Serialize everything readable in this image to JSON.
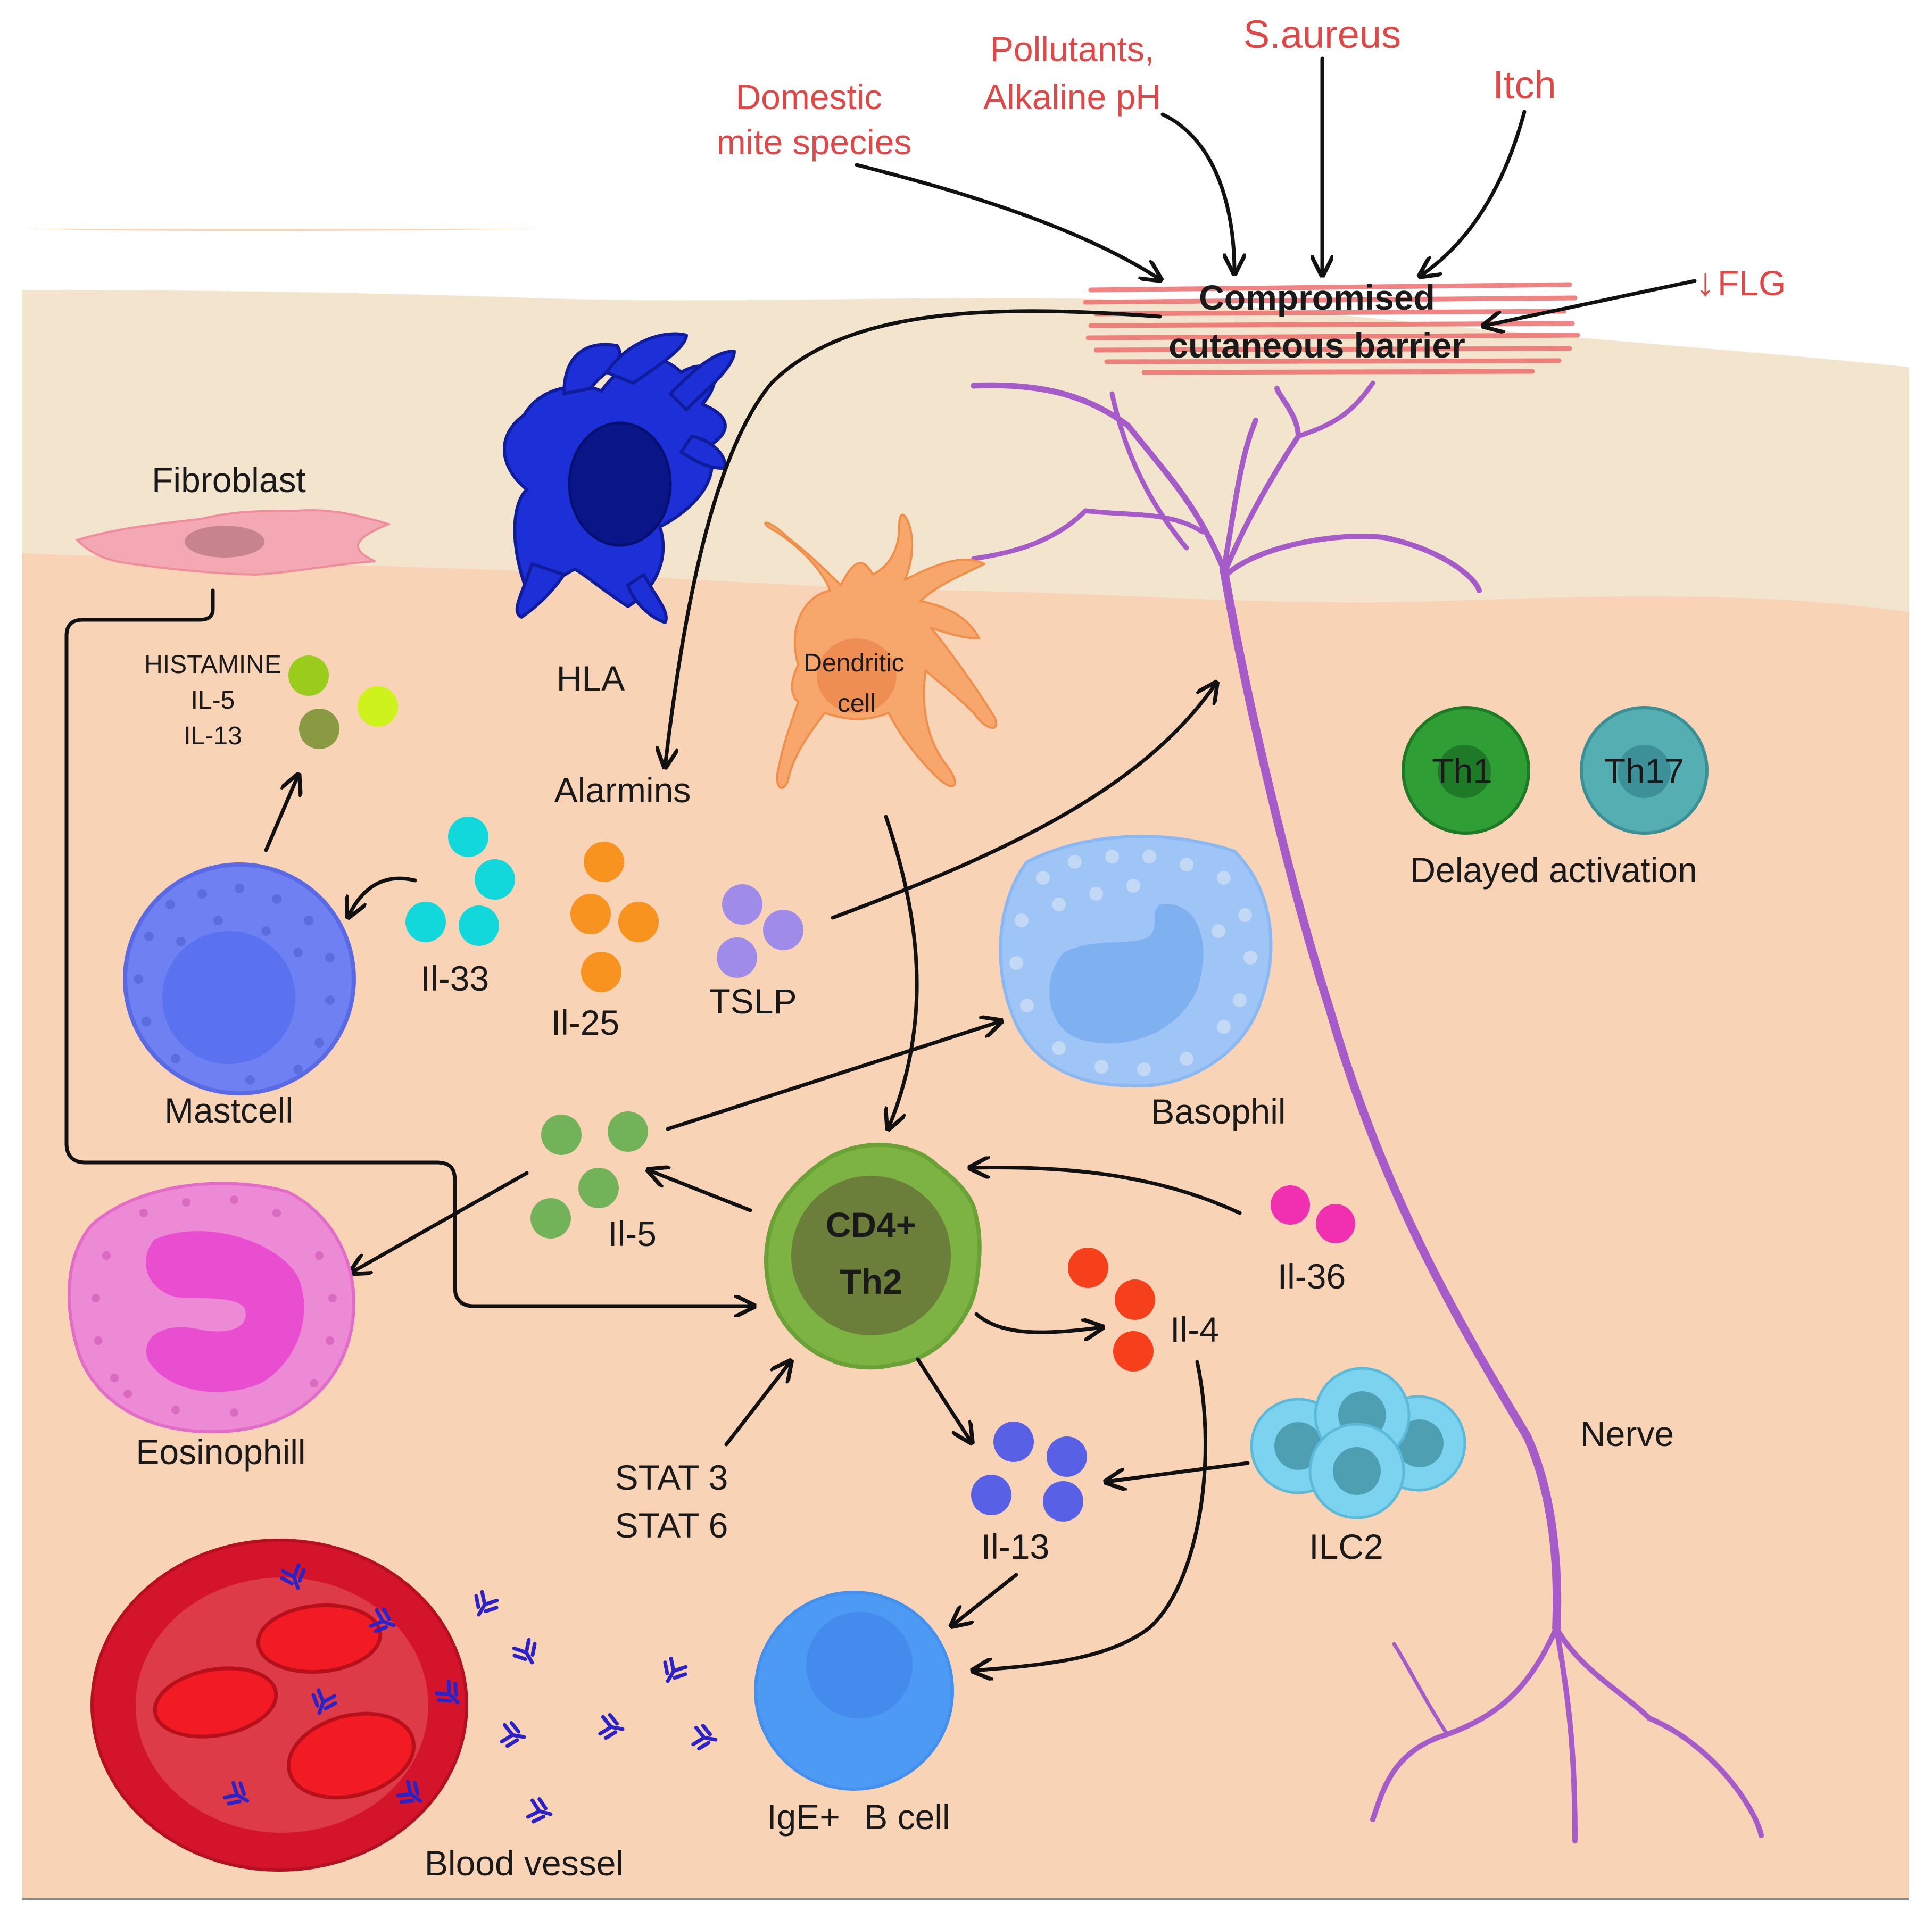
{
  "colors": {
    "skin_dermis": "#f9d3b6",
    "skin_epidermis": "#f3e5cd",
    "skin_surface": "#ffffff",
    "barrier": "#ee6f6f",
    "trigger_text": "#e04848",
    "nerve": "#a55cc8",
    "hla_cell": "#1d2fd6",
    "dendritic_cell": "#f7a66c",
    "mast_cell": "#6e80f2",
    "basophil": "#8ab8f2",
    "eosinophil": "#e870cf",
    "th2_outer": "#7cb342",
    "th2_inner": "#6b7f3a",
    "b_cell": "#4d9af5",
    "ilc2": "#7cd3ef",
    "blood_vessel": "#d3142a",
    "antibody": "#2b22c7",
    "il33": "#12d8dc",
    "il25": "#f7931e",
    "tslp": "#9f8ce8",
    "il5": "#72b35a",
    "il36": "#f02fb1",
    "il4": "#f5401b",
    "il13": "#5860e6",
    "th1": "#2e9e35",
    "th17": "#55aeb1"
  },
  "triggers": {
    "domestic_mite_line1": "Domestic",
    "domestic_mite_line2": "mite species",
    "pollutants_line1": "Pollutants,",
    "pollutants_line2": "Alkaline pH",
    "s_aureus": "S.aureus",
    "itch": "Itch",
    "flg_arrow": "↓",
    "flg": "FLG"
  },
  "barrier": {
    "line1": "Compromised",
    "line2": "cutaneous barrier"
  },
  "cells": {
    "fibroblast": "Fibroblast",
    "hla": "HLA",
    "dendritic_line1": "Dendritic",
    "dendritic_line2": "cell",
    "mastcell": "Mastcell",
    "basophil": "Basophil",
    "eosinophil": "Eosinophill",
    "th2_line1": "CD4+",
    "th2_line2": "Th2",
    "ilc2": "ILC2",
    "b_cell_ige": "IgE+",
    "b_cell": "B cell",
    "blood_vessel": "Blood vessel",
    "nerve": "Nerve",
    "th1": "Th1",
    "th17": "Th17",
    "delayed": "Delayed activation"
  },
  "mediators": {
    "alarmins": "Alarmins",
    "mast_release": [
      "HISTAMINE",
      "IL-5",
      "IL-13"
    ],
    "il33": "Il-33",
    "il25": "Il-25",
    "tslp": "TSLP",
    "il5": "Il-5",
    "il36": "Il-36",
    "il4": "Il-4",
    "il13": "Il-13",
    "stat3": "STAT 3",
    "stat6": "STAT 6"
  }
}
